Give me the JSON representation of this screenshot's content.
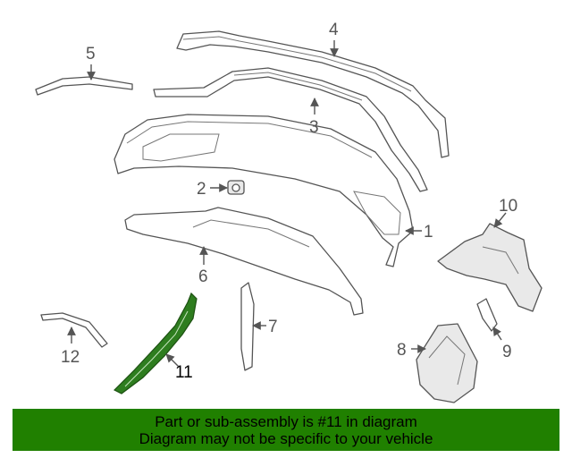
{
  "callouts": [
    "1",
    "2",
    "3",
    "4",
    "5",
    "6",
    "7",
    "8",
    "9",
    "10",
    "11",
    "12"
  ],
  "highlighted_part": "11",
  "banner": {
    "line1": "Part or sub-assembly is #11 in diagram",
    "line2": "Diagram may not be specific to your vehicle",
    "color": "#208000"
  }
}
